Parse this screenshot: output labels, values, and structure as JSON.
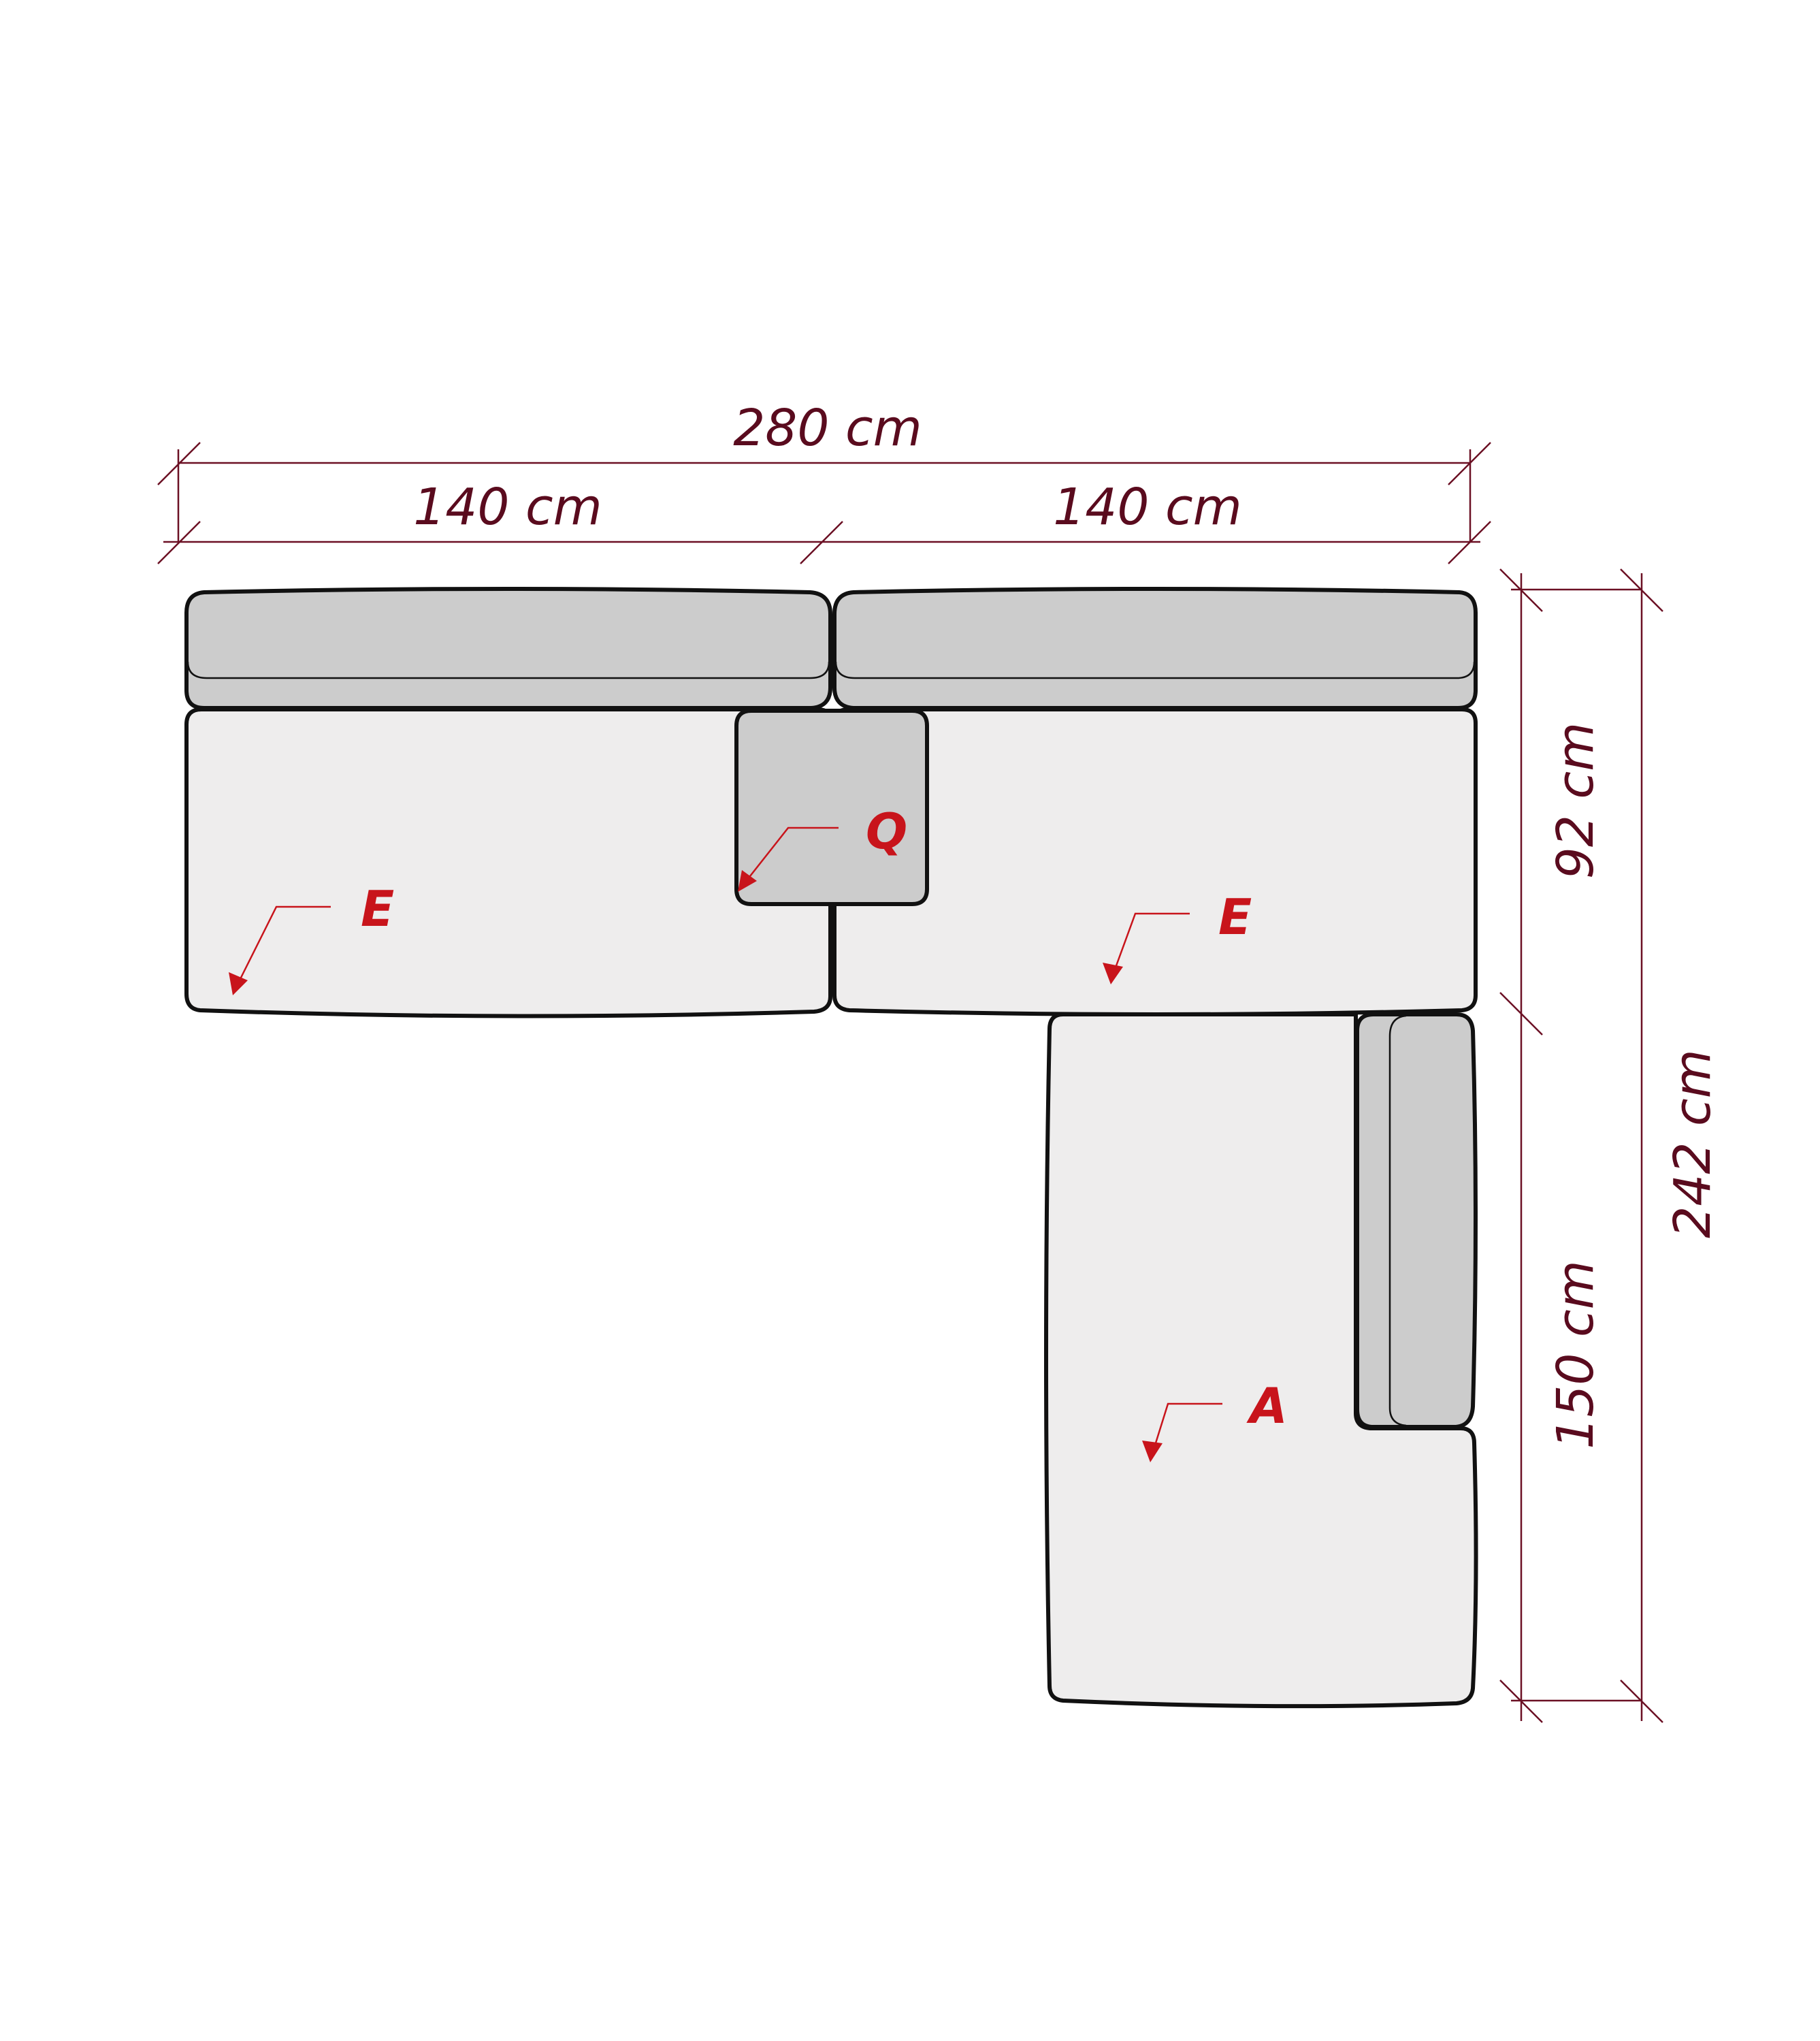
{
  "dimensions": {
    "total_width": "280 cm",
    "left_width": "140 cm",
    "right_width": "140 cm",
    "depth_upper": "92 cm",
    "depth_lower": "150 cm",
    "total_depth": "242 cm"
  },
  "modules": {
    "left_seat_label": "E",
    "right_seat_label": "E",
    "corner_cushion_label": "Q",
    "chaise_label": "A"
  },
  "colors": {
    "dimension_color": "#6b1024",
    "label_color": "#c8141b",
    "seat_fill": "#eeeded",
    "backrest_fill": "#cccccc",
    "outline": "#111111"
  }
}
